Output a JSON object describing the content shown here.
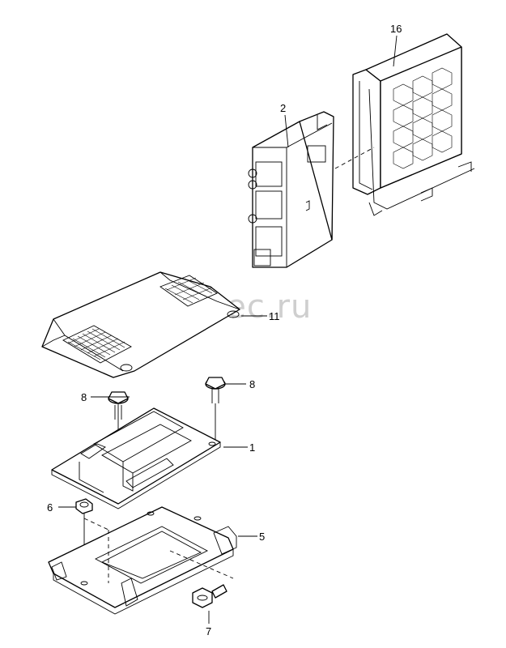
{
  "watermark": "vagtec.ru",
  "callouts": {
    "c1": "1",
    "c2": "2",
    "c5": "5",
    "c6": "6",
    "c7": "7",
    "c8a": "8",
    "c8b": "8",
    "c11": "11",
    "c16": "16"
  }
}
